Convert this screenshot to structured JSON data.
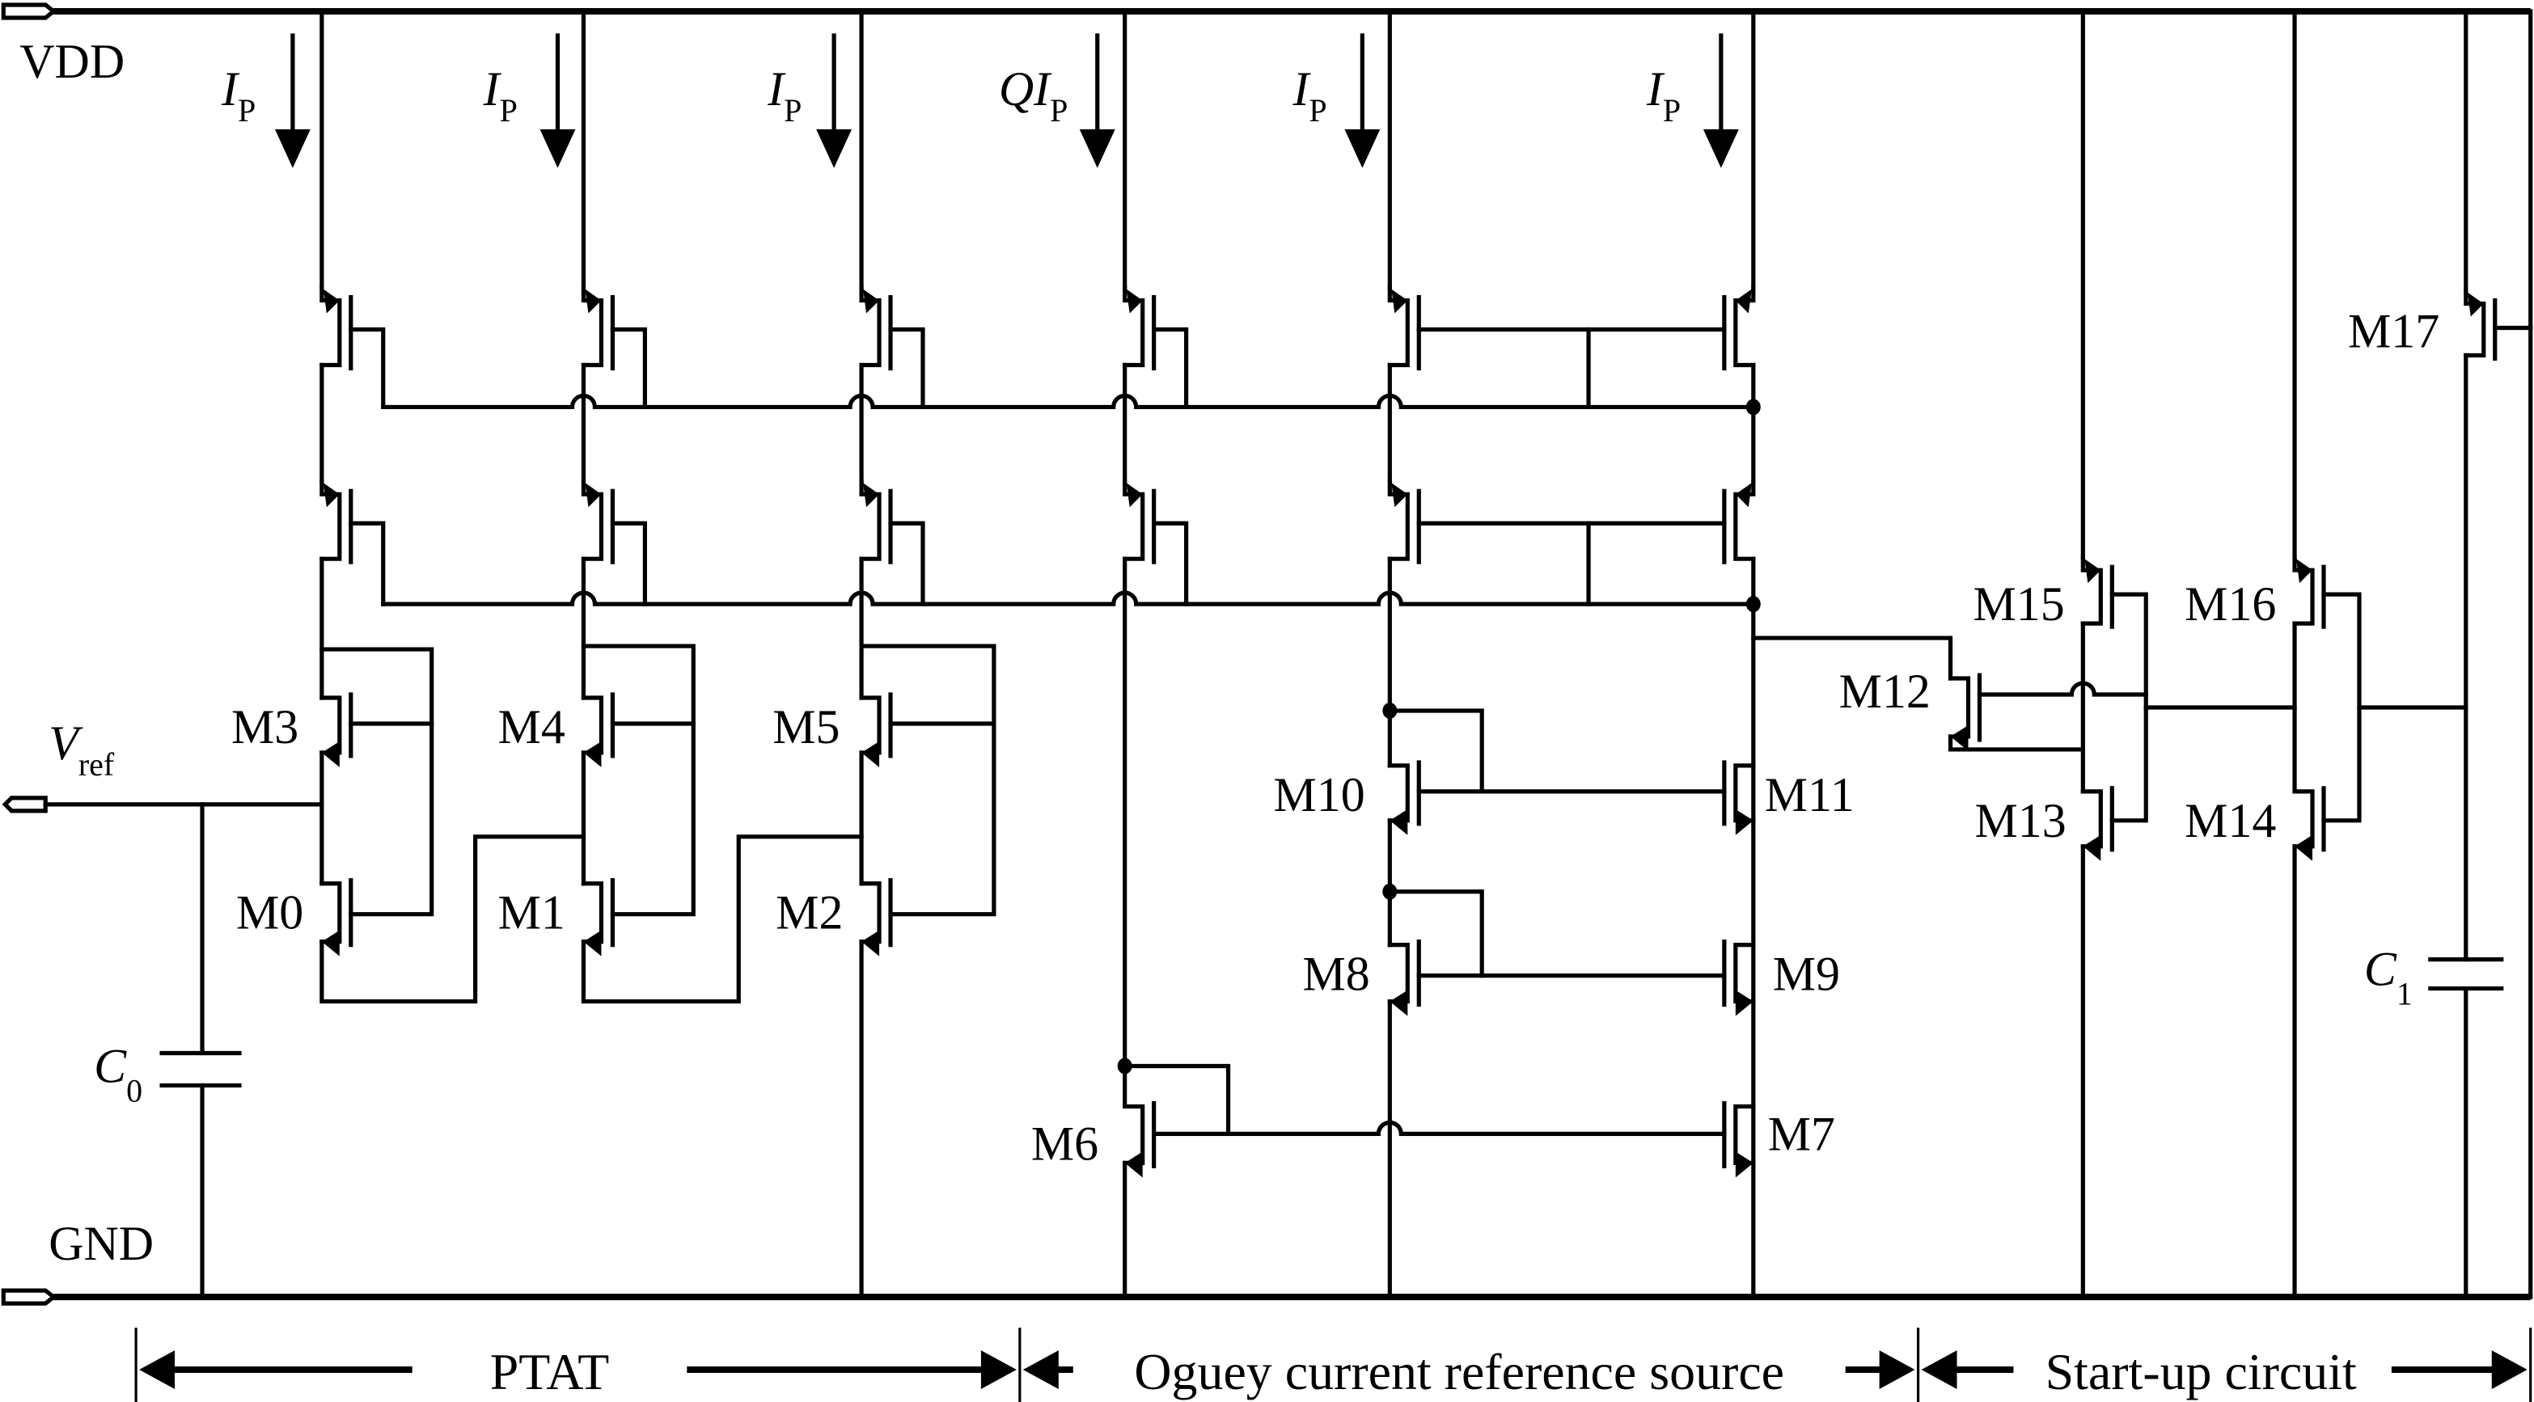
{
  "figure": {
    "type": "circuit-schematic",
    "rails": {
      "supply": "VDD",
      "ground": "GND"
    },
    "output": {
      "symbol": "V",
      "subscript": "ref"
    },
    "current_labels": [
      {
        "prefix": "",
        "symbol": "I",
        "subscript": "P"
      },
      {
        "prefix": "",
        "symbol": "I",
        "subscript": "P"
      },
      {
        "prefix": "",
        "symbol": "I",
        "subscript": "P"
      },
      {
        "prefix": "Q",
        "symbol": "I",
        "subscript": "P"
      },
      {
        "prefix": "",
        "symbol": "I",
        "subscript": "P"
      },
      {
        "prefix": "",
        "symbol": "I",
        "subscript": "P"
      }
    ],
    "transistors": {
      "M0": "M0",
      "M1": "M1",
      "M2": "M2",
      "M3": "M3",
      "M4": "M4",
      "M5": "M5",
      "M6": "M6",
      "M7": "M7",
      "M8": "M8",
      "M9": "M9",
      "M10": "M10",
      "M11": "M11",
      "M12": "M12",
      "M13": "M13",
      "M14": "M14",
      "M15": "M15",
      "M16": "M16",
      "M17": "M17"
    },
    "capacitors": [
      {
        "symbol": "C",
        "subscript": "0"
      },
      {
        "symbol": "C",
        "subscript": "1"
      }
    ],
    "sections": [
      {
        "label": "PTAT"
      },
      {
        "label": "Oguey current reference source"
      },
      {
        "label": "Start-up circuit"
      }
    ]
  }
}
